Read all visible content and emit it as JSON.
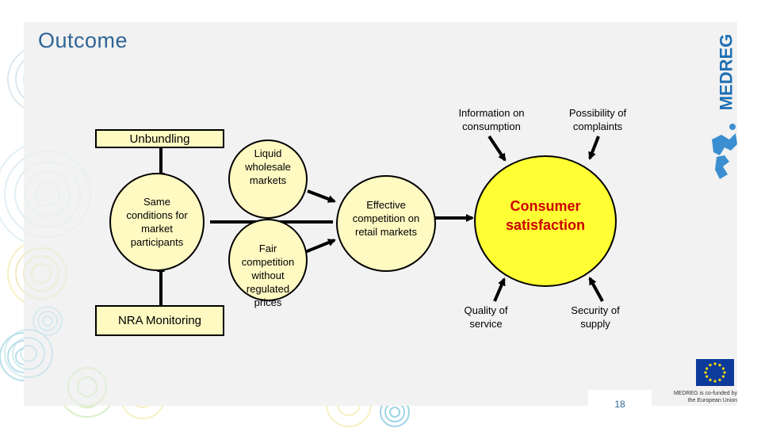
{
  "slide": {
    "title": "Outcome",
    "page_number": "18"
  },
  "diagram": {
    "unbundling": "Unbundling",
    "same_conditions": "Same conditions for market participants",
    "nra_monitoring": "NRA Monitoring",
    "liquid_wholesale": "Liquid wholesale markets",
    "fair_competition": "Fair competition without regulated prices",
    "effective_competition": "Effective competition on retail markets",
    "consumer_satisfaction": "Consumer satisfaction",
    "information_on_consumption": "Information on consumption",
    "possibility_of_complaints": "Possibility of complaints",
    "quality_of_service": "Quality of service",
    "security_of_supply": "Security of supply"
  },
  "branding": {
    "logo": "MEDREG",
    "eu_caption": "MEDREG is co-funded by the European Union"
  },
  "colors": {
    "title": "#2f6596",
    "box_fill": "#fff9c2",
    "consumer_fill": "#ffff33",
    "consumer_text": "#cc0000"
  }
}
